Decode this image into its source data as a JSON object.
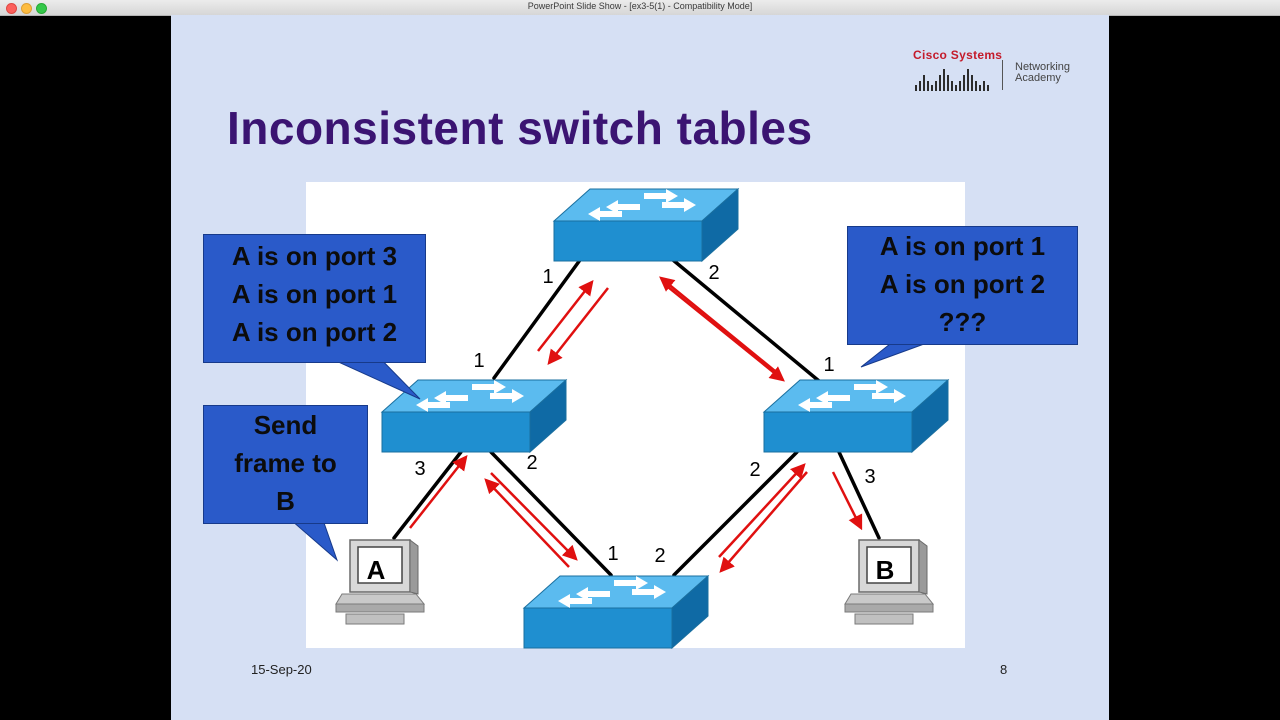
{
  "window": {
    "title": "PowerPoint Slide Show - [ex3-5(1)  -  Compatibility Mode]"
  },
  "slide": {
    "title": "Inconsistent switch tables",
    "logo": {
      "wordmark": "Cisco Systems",
      "name_line1": "Networking",
      "name_line2": "Academy"
    },
    "callout_left": [
      "A is on port 3",
      "A is on port 1",
      "A is on port 2"
    ],
    "callout_send": [
      "Send",
      "frame to",
      "B"
    ],
    "callout_right": [
      "A is on port 1",
      "A is on port 2",
      "???"
    ],
    "hosts": {
      "a": "A",
      "b": "B"
    },
    "ports": {
      "top_left": "1",
      "top_right": "2",
      "left_up": "1",
      "left_host": "3",
      "left_down": "2",
      "right_up": "1",
      "right_down": "2",
      "right_host": "3",
      "bottom_left": "1",
      "bottom_right": "2"
    },
    "footer": {
      "date": "15-Sep-20",
      "page": "8"
    }
  },
  "colors": {
    "slide_bg": "#d6e0f4",
    "title": "#3b1472",
    "callout": "#2a5ac9",
    "arrow": "#e01010",
    "switch": "#1f8fd0"
  }
}
